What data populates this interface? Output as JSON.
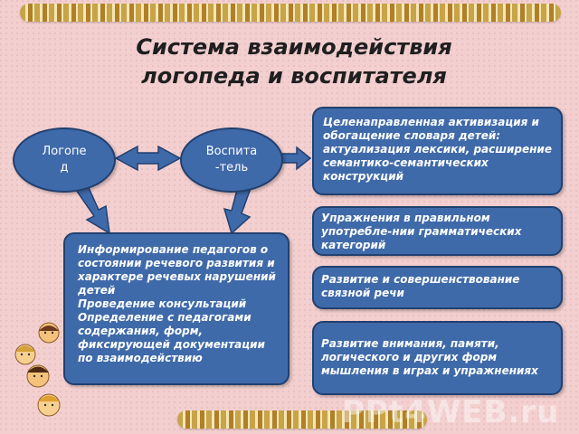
{
  "title": {
    "line1": "Система взаимодействия",
    "line2": "логопеда и воспитателя"
  },
  "nodes": {
    "logoped": {
      "line1": "Логопе",
      "line2": "д"
    },
    "vospitatel": {
      "line1": "Воспита",
      "line2": "-тель"
    }
  },
  "info_box": {
    "items": [
      "Информирование педагогов о состоянии речевого развития и характере речевых нарушений детей",
      "Проведение консультаций",
      "Определение с педагогами содержания, форм, фиксирующей документации по взаимодействию"
    ]
  },
  "right_boxes": [
    "Целенаправленная активизация и обогащение словаря детей: актуализация лексики, расширение семантико-семантических конструкций",
    "Упражнения в правильном употребле-нии грамматических категорий",
    "Развитие и совершенствование связной речи",
    "Развитие внимания, памяти, логического и других форм мышления в играх и упражнениях"
  ],
  "watermark": "PPt4WEB.ru",
  "colors": {
    "background": "#f3cfcf",
    "box_fill": "#3f6aaa",
    "box_border": "#21406f",
    "text": "#ffffff"
  }
}
